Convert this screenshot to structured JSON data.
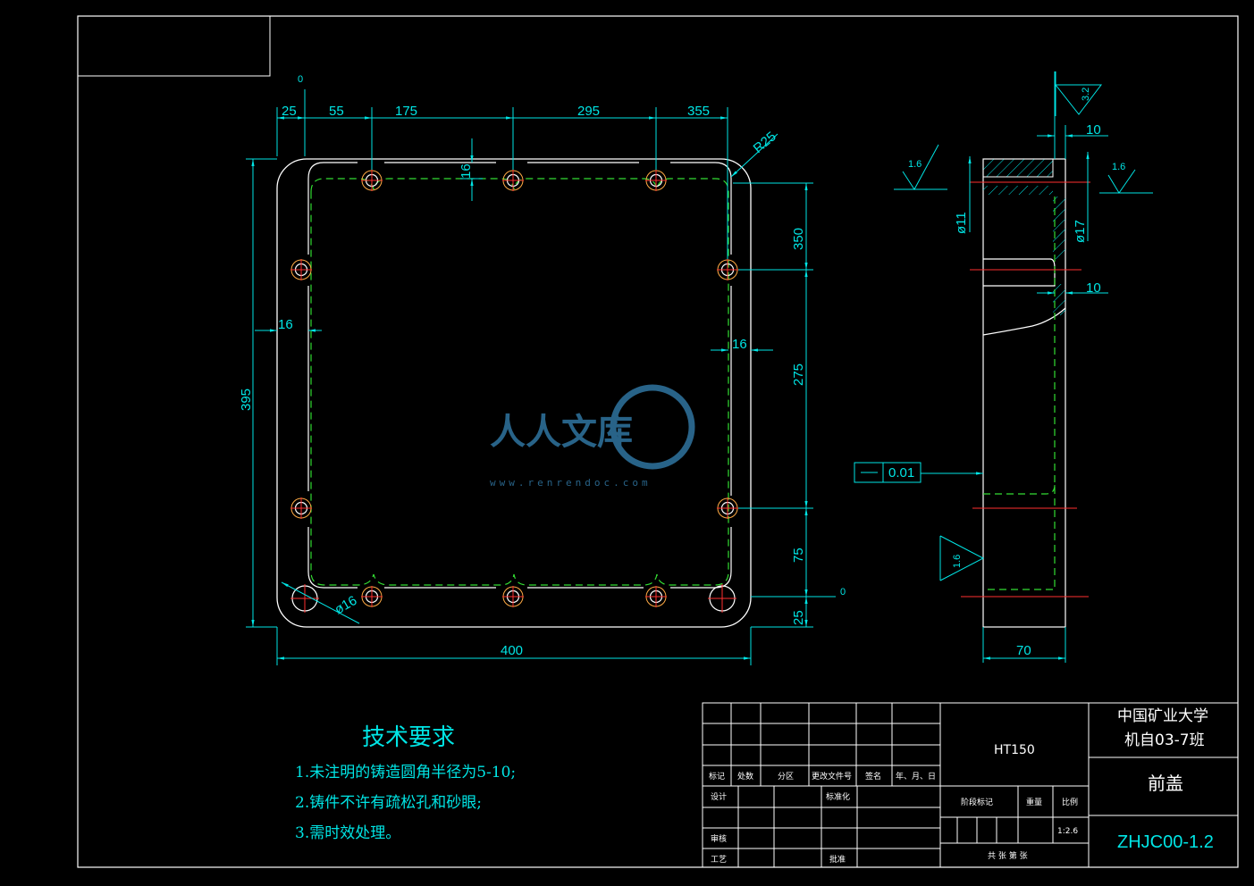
{
  "drawing": {
    "dims_front": {
      "origin_x": "0",
      "x1": "25",
      "x2": "55",
      "x3": "175",
      "x4": "295",
      "x5": "355",
      "radius": "R25",
      "boss_depth": "16",
      "rim_left": "16",
      "rim_right": "16",
      "y_upper": "350",
      "y_middle": "275",
      "y_lower": "75",
      "y_base": "25",
      "origin_y": "0",
      "height": "395",
      "width": "400",
      "hole_dia": "ø16"
    },
    "dims_side": {
      "top_lip": "10",
      "mid_lip": "10",
      "dia_small": "ø11",
      "dia_large": "ø17",
      "thickness": "70",
      "flatness": "0.01",
      "rough_top": "3.2",
      "rough_left": "1.6",
      "rough_right": "1.6",
      "rough_bottom": "1.6"
    }
  },
  "requirements": {
    "title": "技术要求",
    "items": [
      "1.未注明的铸造圆角半径为5-10;",
      "2.铸件不许有疏松孔和砂眼;",
      "3.需时效处理。"
    ]
  },
  "title_block": {
    "headers": [
      "标记",
      "处数",
      "分区",
      "更改文件号",
      "签名",
      "年、月、日"
    ],
    "designer": "设计",
    "standardization": "标准化",
    "checker": "审核",
    "process": "工艺",
    "approve": "批准",
    "stage_mark": "阶段标记",
    "weight": "重量",
    "scale_label": "比例",
    "scale": "1:2.6",
    "sheets": "共 张 第 张",
    "material": "HT150",
    "school": "中国矿业大学",
    "class_name": "机自03-7班",
    "part_name": "前盖",
    "drawing_no": "ZHJC00-1.2"
  },
  "watermark": {
    "text": "人人文库",
    "url": "www.renrendoc.com"
  }
}
